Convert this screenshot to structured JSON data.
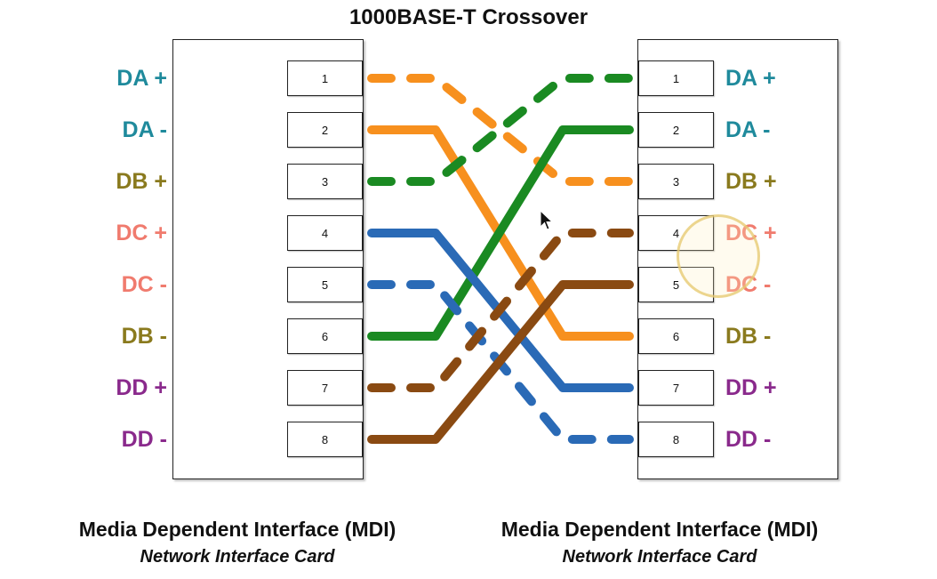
{
  "title": "1000BASE-T Crossover",
  "colors": {
    "DA": "#1f8a9c",
    "DB": "#8a7a1e",
    "DC": "#f07b6e",
    "DD": "#8a2a8c",
    "orange": "#f7901e",
    "green": "#1a8a22",
    "blue": "#2a6ab6",
    "brown": "#8a4a12"
  },
  "left_nic": {
    "pins": [
      {
        "num": "1",
        "signal": "DA +",
        "group": "DA"
      },
      {
        "num": "2",
        "signal": "DA -",
        "group": "DA"
      },
      {
        "num": "3",
        "signal": "DB +",
        "group": "DB"
      },
      {
        "num": "4",
        "signal": "DC +",
        "group": "DC"
      },
      {
        "num": "5",
        "signal": "DC -",
        "group": "DC"
      },
      {
        "num": "6",
        "signal": "DB -",
        "group": "DB"
      },
      {
        "num": "7",
        "signal": "DD +",
        "group": "DD"
      },
      {
        "num": "8",
        "signal": "DD -",
        "group": "DD"
      }
    ],
    "footer_main": "Media Dependent Interface (MDI)",
    "footer_sub": "Network Interface Card"
  },
  "right_nic": {
    "pins": [
      {
        "num": "1",
        "signal": "DA +",
        "group": "DA"
      },
      {
        "num": "2",
        "signal": "DA -",
        "group": "DA"
      },
      {
        "num": "3",
        "signal": "DB +",
        "group": "DB"
      },
      {
        "num": "4",
        "signal": "DC +",
        "group": "DC"
      },
      {
        "num": "5",
        "signal": "DC -",
        "group": "DC"
      },
      {
        "num": "6",
        "signal": "DB -",
        "group": "DB"
      },
      {
        "num": "7",
        "signal": "DD +",
        "group": "DD"
      },
      {
        "num": "8",
        "signal": "DD -",
        "group": "DD"
      }
    ],
    "footer_main": "Media Dependent Interface (MDI)",
    "footer_sub": "Network Interface Card"
  },
  "wires": [
    {
      "from": 1,
      "to": 3,
      "color": "orange",
      "dashed": true
    },
    {
      "from": 2,
      "to": 6,
      "color": "orange",
      "dashed": false
    },
    {
      "from": 3,
      "to": 1,
      "color": "green",
      "dashed": true
    },
    {
      "from": 6,
      "to": 2,
      "color": "green",
      "dashed": false
    },
    {
      "from": 4,
      "to": 7,
      "color": "blue",
      "dashed": false
    },
    {
      "from": 5,
      "to": 8,
      "color": "blue",
      "dashed": true
    },
    {
      "from": 7,
      "to": 4,
      "color": "brown",
      "dashed": true
    },
    {
      "from": 8,
      "to": 5,
      "color": "brown",
      "dashed": false
    }
  ]
}
